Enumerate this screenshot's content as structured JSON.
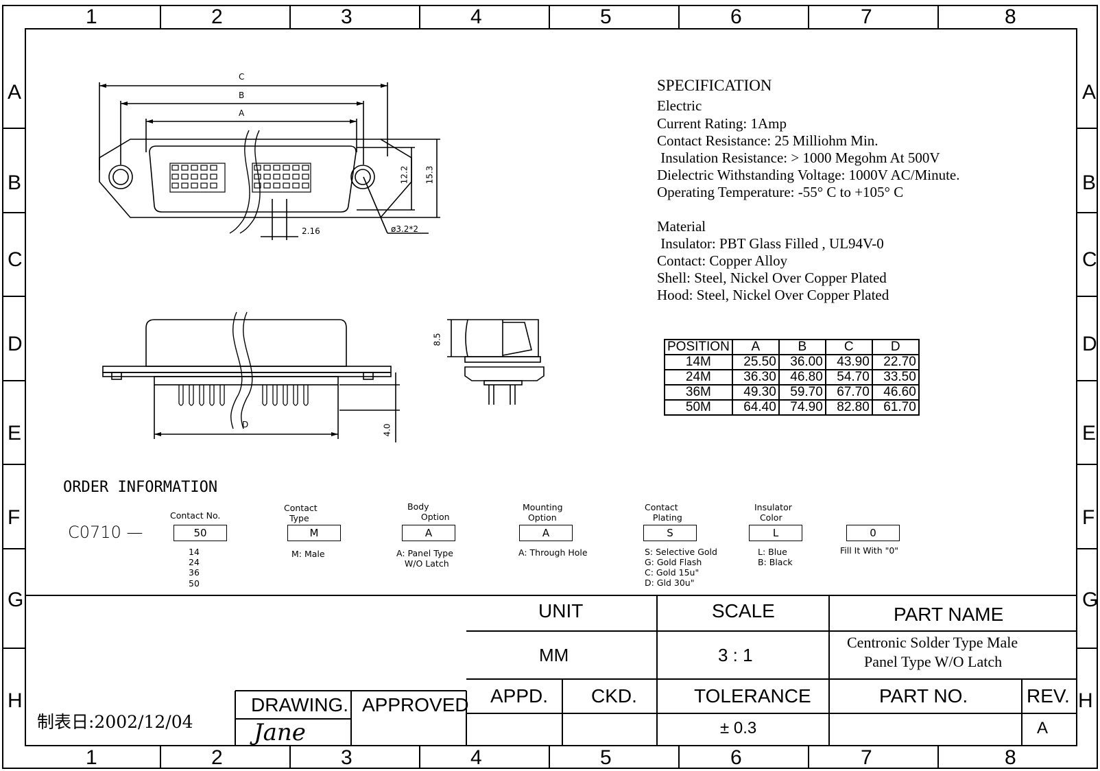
{
  "zones": {
    "columns": [
      "1",
      "2",
      "3",
      "4",
      "5",
      "6",
      "7",
      "8"
    ],
    "rows": [
      "A",
      "B",
      "C",
      "D",
      "E",
      "F",
      "G",
      "H"
    ]
  },
  "drawing": {
    "dims": {
      "c": "C",
      "b": "B",
      "a": "A",
      "h1": "12.2",
      "h2": "15.3",
      "pitch": "2.16",
      "hole": "ø3.2*2",
      "d": "D",
      "side_h": "8.5",
      "tail": "4.0"
    }
  },
  "spec": {
    "title": "SPECIFICATION",
    "electric_heading": "Electric",
    "electric": [
      "Current Rating: 1Amp",
      "Contact Resistance: 25 Milliohm Min.",
      " Insulation Resistance: > 1000 Megohm At 500V",
      "Dielectric Withstanding Voltage: 1000V AC/Minute.",
      "Operating Temperature: -55° C to +105° C"
    ],
    "material_heading": "Material",
    "material": [
      " Insulator: PBT Glass Filled , UL94V-0",
      "Contact: Copper Alloy",
      "Shell: Steel, Nickel Over Copper Plated",
      "Hood: Steel, Nickel Over Copper Plated"
    ]
  },
  "position_table": {
    "headers": [
      "POSITION",
      "A",
      "B",
      "C",
      "D"
    ],
    "rows": [
      [
        "14M",
        "25.50",
        "36.00",
        "43.90",
        "22.70"
      ],
      [
        "24M",
        "36.30",
        "46.80",
        "54.70",
        "33.50"
      ],
      [
        "36M",
        "49.30",
        "59.70",
        "67.70",
        "46.60"
      ],
      [
        "50M",
        "64.40",
        "74.90",
        "82.80",
        "61.70"
      ]
    ]
  },
  "order": {
    "title": "ORDER INFORMATION",
    "prefix": "C0710 —",
    "fields": [
      {
        "label": "Contact No.",
        "value": "50",
        "options": [
          "14",
          "24",
          "36",
          "50"
        ]
      },
      {
        "label": "Contact\n  Type",
        "value": "M",
        "options": [
          "M: Male"
        ]
      },
      {
        "label": "Body\n     Option",
        "value": "A",
        "options": [
          "A: Panel Type",
          "   W/O Latch"
        ]
      },
      {
        "label": "Mounting\n  Option",
        "value": "A",
        "options": [
          "A: Through Hole"
        ]
      },
      {
        "label": "Contact\n   Plating",
        "value": "S",
        "options": [
          "S: Selective Gold",
          "G: Gold Flash",
          "C: Gold 15u\"",
          "D: Gld 30u\""
        ]
      },
      {
        "label": "Insulator\n  Color",
        "value": "L",
        "options": [
          "L: Blue",
          "B: Black"
        ]
      },
      {
        "label": "",
        "value": "0",
        "options": [
          "Fill It With \"0\""
        ]
      }
    ]
  },
  "title_block": {
    "unit_label": "UNIT",
    "unit_value": "MM",
    "scale_label": "SCALE",
    "scale_value": "3 : 1",
    "part_name_label": "PART NAME",
    "part_name_line1": "Centronic Solder Type Male",
    "part_name_line2": "Panel Type W/O Latch",
    "appd_label": "APPD.",
    "ckd_label": "CKD.",
    "tolerance_label": "TOLERANCE",
    "tolerance_value": "± 0.3",
    "part_no_label": "PART NO.",
    "rev_label": "REV.",
    "rev_value": "A",
    "date": "制表日:2002/12/04",
    "drawing_label": "DRAWING.",
    "drawer": "Jane",
    "approved_label": "APPROVED"
  }
}
